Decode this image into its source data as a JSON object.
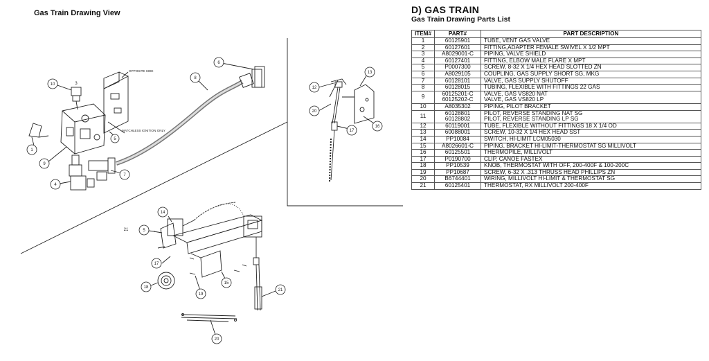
{
  "drawing": {
    "title": "Gas Train Drawing View",
    "notes": {
      "opposite_side": "OPPOSITE SIDE",
      "matchless": "MATCHLESS IGNITION ONLY"
    },
    "callouts": {
      "c1": "1",
      "c3": "3",
      "c4": "4",
      "c5a": "5",
      "c5b": "5",
      "c6": "6",
      "c7": "7",
      "c8": "8",
      "c9": "9",
      "c10": "10",
      "c12": "12",
      "c13": "13",
      "c14": "14",
      "c15": "15",
      "c16": "16",
      "c17a": "17",
      "c17b": "17",
      "c18": "18",
      "c19": "19",
      "c20a": "20",
      "c20b": "20",
      "c21": "21",
      "c21b": "21"
    }
  },
  "parts_list": {
    "section_title": "D) GAS TRAIN",
    "subtitle": "Gas Train Drawing Parts List",
    "headers": {
      "item": "ITEM#",
      "part": "PART#",
      "desc": "PART DESCRIPTION"
    },
    "rows": [
      {
        "item": "1",
        "part": "60125901",
        "desc": "TUBE, VENT GAS VALVE"
      },
      {
        "item": "2",
        "part": "60127601",
        "desc": "FITTING,ADAPTER FEMALE SWIVEL X 1/2 MPT"
      },
      {
        "item": "3",
        "part": "A8029001-C",
        "desc": "PIPING, VALVE SHIELD"
      },
      {
        "item": "4",
        "part": "60127401",
        "desc": "FITTING, ELBOW MALE FLARE X MPT"
      },
      {
        "item": "5",
        "part": "P0007300",
        "desc": "SCREW, 8-32 X 1/4 HEX HEAD SLOTTED ZN"
      },
      {
        "item": "6",
        "part": "A8029105",
        "desc": "COUPLING, GAS SUPPLY SHORT SG, MKG"
      },
      {
        "item": "7",
        "part": "60128101",
        "desc": "VALVE, GAS SUPPLY SHUTOFF"
      },
      {
        "item": "8",
        "part": "60128015",
        "desc": "TUBING, FLEXIBLE WITH FITTINGS 22 GAS"
      },
      {
        "item": "9",
        "part": "60125201-C",
        "desc": "VALVE, GAS VS820 NAT",
        "part2": "60125202-C",
        "desc2": "VALVE, GAS VS820 LP"
      },
      {
        "item": "10",
        "part": "A8035302",
        "desc": "PIPING, PILOT BRACKET"
      },
      {
        "item": "11",
        "part": "60128801",
        "desc": "PILOT, REVERSE STANDING NAT SG",
        "part2": "60128802",
        "desc2": "PILOT, REVERSE STANDING LP SG"
      },
      {
        "item": "12",
        "part": "60119001",
        "desc": "TUBE, FLEXIBLE WITHOUT FITTINGS 18 X 1/4 OD"
      },
      {
        "item": "13",
        "part": "60088001",
        "desc": "SCREW, 10-32 X 1/4 HEX HEAD SST"
      },
      {
        "item": "14",
        "part": "PP10084",
        "desc": "SWITCH, HI-LIMIT LCM05030"
      },
      {
        "item": "15",
        "part": "A8026601-C",
        "desc": "PIPING, BRACKET HI-LIMIT-THERMOSTAT SG MILLIVOLT"
      },
      {
        "item": "16",
        "part": "60125501",
        "desc": "THERMOPILE, MILLIVOLT"
      },
      {
        "item": "17",
        "part": "P0190700",
        "desc": "CLIP, CANOE FASTEX"
      },
      {
        "item": "18",
        "part": "PP10539",
        "desc": "KNOB, THERMOSTAT WITH OFF, 200-400F & 100-200C"
      },
      {
        "item": "19",
        "part": "PP10687",
        "desc": "SCREW, 6-32 X .313 THRUSS HEAD PHILLIPS ZN"
      },
      {
        "item": "20",
        "part": "B6744401",
        "desc": "WIRING, MILLIVOLT HI-LIMIT & THERMOSTAT SG"
      },
      {
        "item": "21",
        "part": "60125401",
        "desc": "THERMOSTAT, RX MILLIVOLT 200-400F"
      }
    ]
  }
}
